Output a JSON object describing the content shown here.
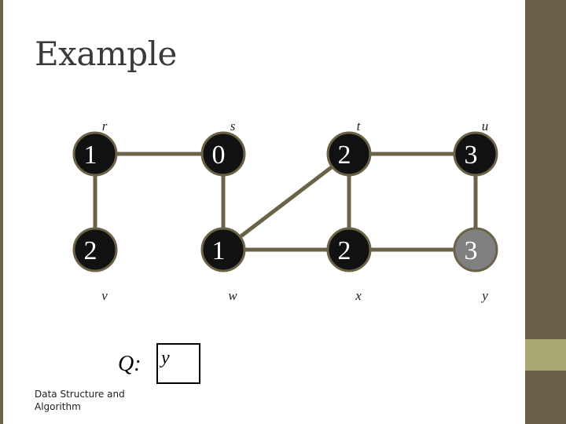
{
  "slide": {
    "title": "Example",
    "footer": "Data Structure and Algorithm"
  },
  "graph": {
    "nodes": [
      {
        "id": "r",
        "name": "r",
        "distance": "1",
        "fill": "#111111"
      },
      {
        "id": "s",
        "name": "s",
        "distance": "0",
        "fill": "#111111"
      },
      {
        "id": "t",
        "name": "t",
        "distance": "2",
        "fill": "#111111"
      },
      {
        "id": "u",
        "name": "u",
        "distance": "3",
        "fill": "#111111"
      },
      {
        "id": "v",
        "name": "v",
        "distance": "2",
        "fill": "#111111"
      },
      {
        "id": "w",
        "name": "w",
        "distance": "1",
        "fill": "#111111"
      },
      {
        "id": "x",
        "name": "x",
        "distance": "2",
        "fill": "#111111"
      },
      {
        "id": "y",
        "name": "y",
        "distance": "3",
        "fill": "#808080"
      }
    ],
    "edges": [
      {
        "from": "r",
        "to": "s"
      },
      {
        "from": "t",
        "to": "u"
      },
      {
        "from": "r",
        "to": "v"
      },
      {
        "from": "s",
        "to": "w"
      },
      {
        "from": "w",
        "to": "t"
      },
      {
        "from": "t",
        "to": "x"
      },
      {
        "from": "u",
        "to": "y"
      },
      {
        "from": "w",
        "to": "x"
      },
      {
        "from": "x",
        "to": "y"
      }
    ],
    "edge_color": "#6b6347",
    "highlight_color": "#808080"
  },
  "queue": {
    "label": "Q:",
    "items": [
      "y"
    ]
  }
}
